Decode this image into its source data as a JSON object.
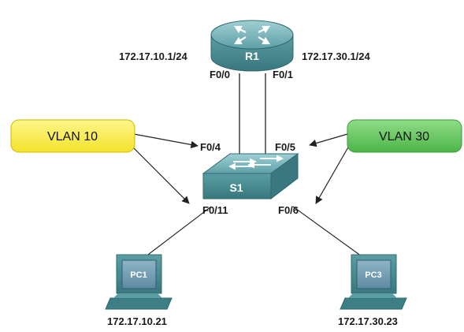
{
  "router": {
    "name": "R1",
    "left_ip": "172.17.10.1/24",
    "right_ip": "172.17.30.1/24",
    "port_left": "F0/0",
    "port_right": "F0/1"
  },
  "switch": {
    "name": "S1",
    "port_f04": "F0/4",
    "port_f05": "F0/5",
    "port_f011": "F0/11",
    "port_f06": "F0/6"
  },
  "vlans": [
    {
      "label": "VLAN 10",
      "color": "#fbef3c"
    },
    {
      "label": "VLAN 30",
      "color": "#5dc456"
    }
  ],
  "pcs": [
    {
      "name": "PC1",
      "ip": "172.17.10.21"
    },
    {
      "name": "PC3",
      "ip": "172.17.30.23"
    }
  ],
  "colors": {
    "device_teal": "#5a9ea4",
    "device_dark": "#3e7e85",
    "link": "#222222",
    "arrow": "#222222"
  }
}
